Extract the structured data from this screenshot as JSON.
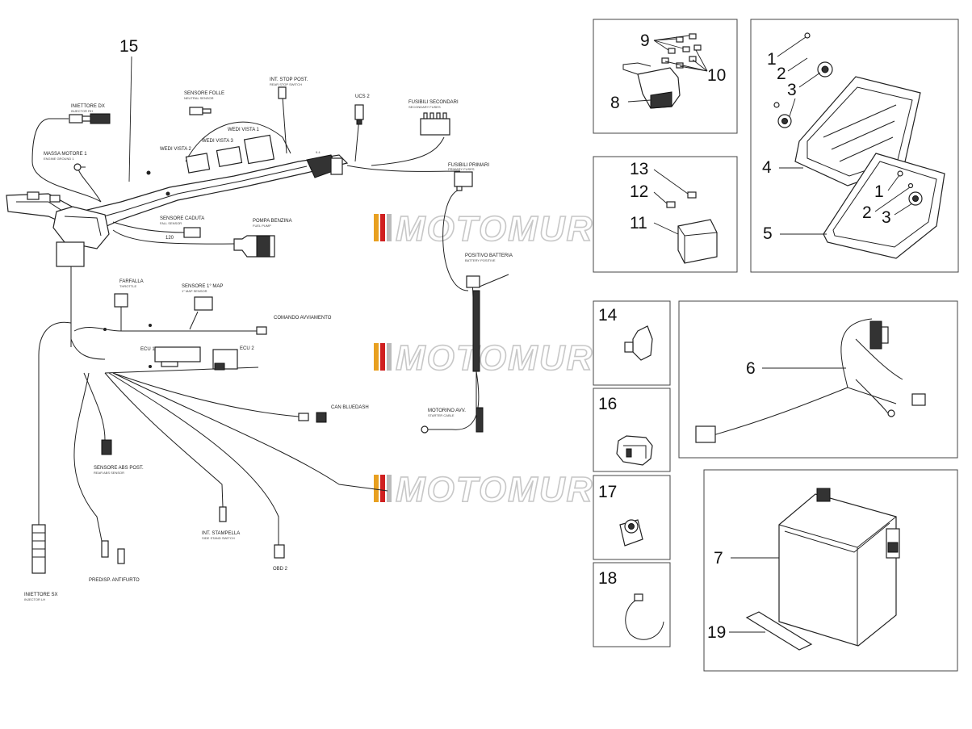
{
  "watermark": {
    "text": "MOTOMURCIA",
    "stripe_colors": [
      "#e8a020",
      "#d02020",
      "#c0c0c0"
    ]
  },
  "diagram_labels": {
    "iniettore_dx": "INIETTORE DX",
    "iniettore_dx_sub": "INJECTOR RH",
    "massa_motore": "MASSA MOTORE 1",
    "massa_motore_sub": "ENGINE GROUND 1",
    "sensore_folle": "SENSORE FOLLE",
    "sensore_folle_sub": "NEUTRAL SENSOR",
    "int_stop_post": "INT. STOP POST.",
    "int_stop_post_sub": "REAR STOP SWITCH",
    "ucs": "UCS 2",
    "fusibili_secondari": "FUSIBILI SECONDARI",
    "fusibili_secondari_sub": "SECONDARY FUSES",
    "wedi_vista_1": "WEDI VISTA 1",
    "wedi_vista_2": "WEDI VISTA 2",
    "wedi_vista_3": "WEDI VISTA 3",
    "fusibili_primari": "FUSIBILI PRIMARI",
    "fusibili_primari_sub": "PRIMARY FUSES",
    "sensore_caduta": "SENSORE CADUTA",
    "sensore_caduta_sub": "FALL SENSOR",
    "pompa_benzina": "POMPA BENZINA",
    "pompa_benzina_sub": "FUEL PUMP",
    "farfalla": "FARFALLA",
    "farfalla_sub": "THROTTLE",
    "sensore_map": "SENSORE 1° MAP",
    "sensore_map_sub": "1° MAP SENSOR",
    "comando_avviamento": "COMANDO AVVIAMENTO",
    "positivo_batteria": "POSITIVO BATTERIA",
    "positivo_batteria_sub": "BATTERY POSITIVE",
    "ecu_1": "ECU 1",
    "ecu_2": "ECU 2",
    "can_bluedash": "CAN BLUEDASH",
    "motorino_avv": "MOTORINO AVV.",
    "motorino_avv_sub": "STARTER CABLE",
    "sensore_abs_post": "SENSORE ABS POST.",
    "sensore_abs_post_sub": "REAR ABS SENSOR",
    "int_stampella": "INT. STAMPELLA",
    "int_stampella_sub": "SIDE STAND SWITCH",
    "obd": "OBD 2",
    "predisp_antifurto": "PREDISP. ANTIFURTO",
    "iniettore_sx": "INIETTORE SX",
    "iniettore_sx_sub": "INJECTOR LH",
    "cablaggio_code": "120",
    "small_tag": "9.4"
  },
  "callouts": {
    "c1a": "1",
    "c2a": "2",
    "c3a": "3",
    "c4": "4",
    "c1b": "1",
    "c2b": "2",
    "c3b": "3",
    "c5": "5",
    "c6": "6",
    "c7": "7",
    "c8": "8",
    "c9": "9",
    "c10": "10",
    "c11": "11",
    "c12": "12",
    "c13": "13",
    "c14": "14",
    "c15": "15",
    "c16": "16",
    "c17": "17",
    "c18": "18",
    "c19": "19"
  }
}
